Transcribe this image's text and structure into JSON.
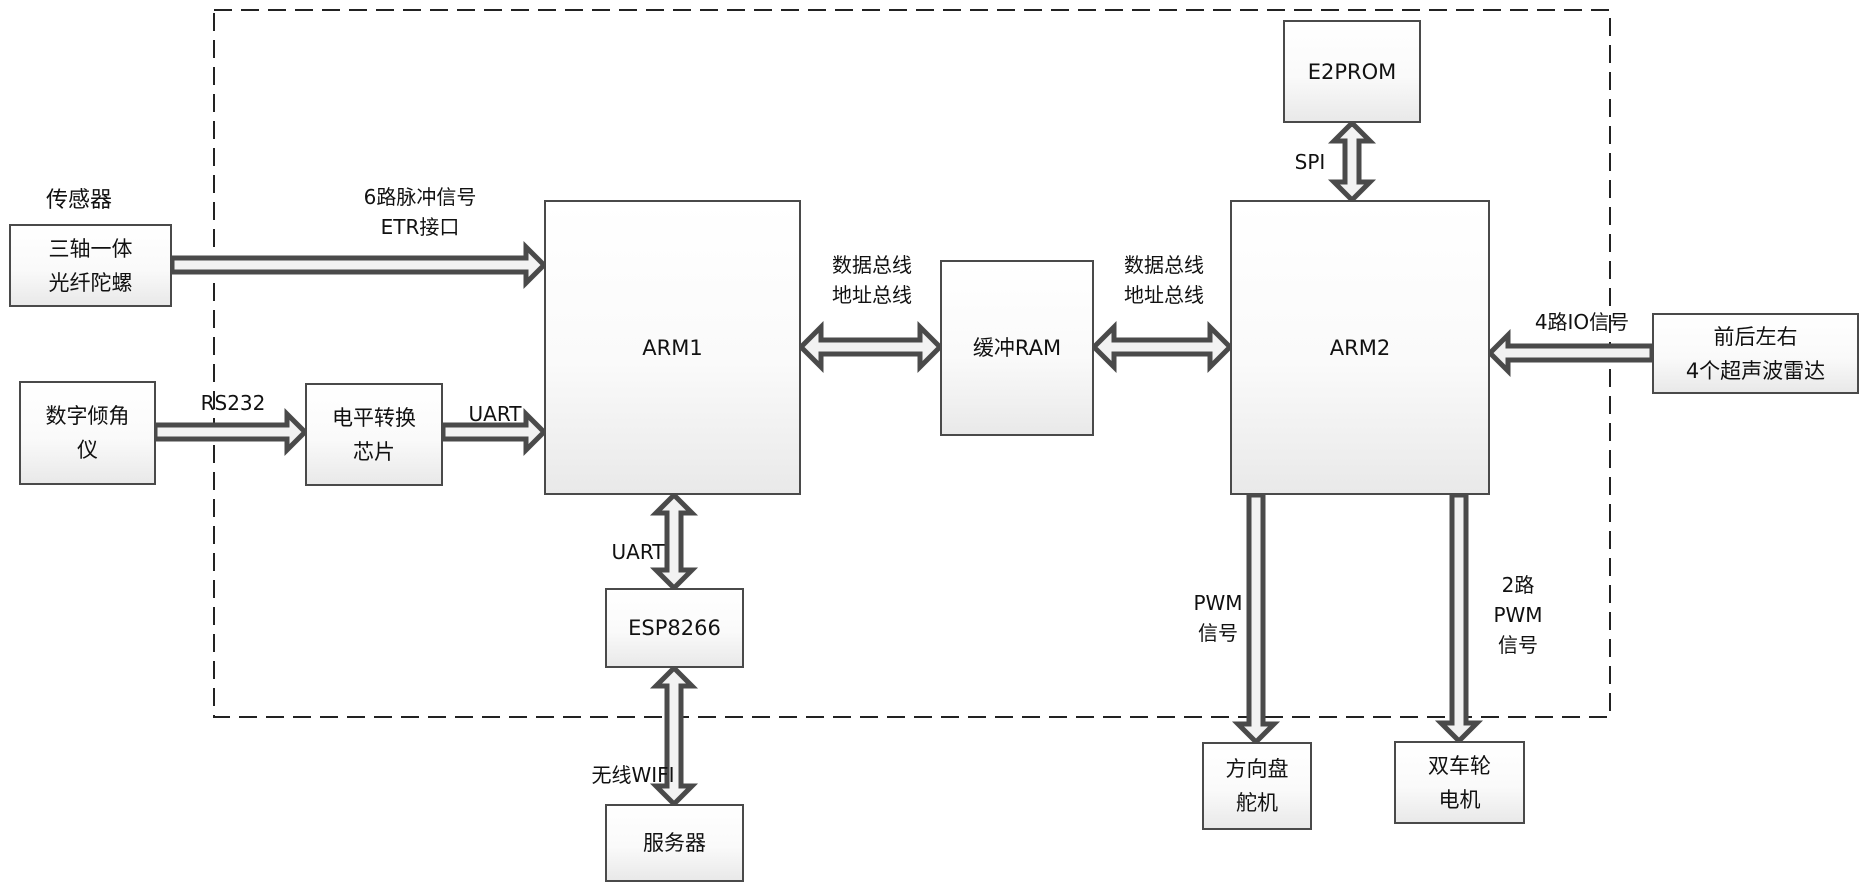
{
  "title": "ARM双控制器系统结构框图",
  "boundary": {
    "style": "dashed",
    "stroke": "#222222"
  },
  "colors": {
    "box_border": "#4a4a4a",
    "arrow_fill": "#f2f2f2",
    "arrow_stroke": "#4a4a4a"
  },
  "nodes": {
    "sensor_group_label": "传感器",
    "gyro": {
      "lines": [
        "三轴一体",
        "光纤陀螺"
      ]
    },
    "inclinometer": {
      "lines": [
        "数字倾角",
        "仪"
      ]
    },
    "level_converter": {
      "lines": [
        "电平转换",
        "芯片"
      ]
    },
    "arm1": {
      "lines": [
        "ARM1"
      ]
    },
    "buffer_ram": {
      "lines": [
        "缓冲RAM"
      ]
    },
    "arm2": {
      "lines": [
        "ARM2"
      ]
    },
    "e2prom": {
      "lines": [
        "E2PROM"
      ]
    },
    "radar": {
      "lines": [
        "前后左右",
        "4个超声波雷达"
      ]
    },
    "esp8266": {
      "lines": [
        "ESP8266"
      ]
    },
    "server": {
      "lines": [
        "服务器"
      ]
    },
    "steering_servo": {
      "lines": [
        "方向盘",
        "舵机"
      ]
    },
    "wheel_motor": {
      "lines": [
        "双车轮",
        "电机"
      ]
    }
  },
  "edges": {
    "gyro_to_arm1": {
      "lines": [
        "6路脉冲信号",
        "ETR接口"
      ],
      "direction": "one-way"
    },
    "incl_to_conv": {
      "lines": [
        "RS232"
      ],
      "direction": "one-way"
    },
    "conv_to_arm1": {
      "lines": [
        "UART"
      ],
      "direction": "one-way"
    },
    "arm1_ram": {
      "lines": [
        "数据总线",
        "地址总线"
      ],
      "direction": "two-way"
    },
    "ram_arm2": {
      "lines": [
        "数据总线",
        "地址总线"
      ],
      "direction": "two-way"
    },
    "e2prom_arm2": {
      "lines": [
        "SPI"
      ],
      "direction": "two-way"
    },
    "radar_to_arm2": {
      "lines": [
        "4路IO信号"
      ],
      "direction": "one-way"
    },
    "arm1_esp": {
      "lines": [
        "UART"
      ],
      "direction": "two-way"
    },
    "esp_server": {
      "lines": [
        "无线WIFI"
      ],
      "direction": "two-way"
    },
    "arm2_to_servo": {
      "lines": [
        "PWM",
        "信号"
      ],
      "direction": "one-way"
    },
    "arm2_to_motor": {
      "lines": [
        "2路",
        "PWM",
        "信号"
      ],
      "direction": "one-way"
    }
  }
}
